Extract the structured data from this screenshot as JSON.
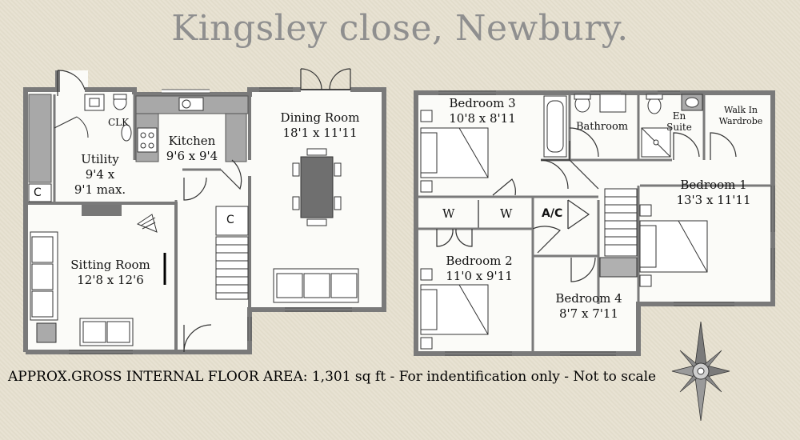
{
  "title": "Kingsley close, Newbury.",
  "footer": "APPROX.GROSS INTERNAL FLOOR AREA: 1,301 sq ft - For indentification only - Not to scale",
  "ground_floor": {
    "utility": {
      "name": "Utility",
      "dims_1": "9'4 x",
      "dims_2": "9'1 max."
    },
    "clk": "CLK",
    "kitchen": {
      "name": "Kitchen",
      "dims": "9'6 x 9'4"
    },
    "dining": {
      "name": "Dining Room",
      "dims": "18'1 x 11'11"
    },
    "sitting": {
      "name": "Sitting Room",
      "dims": "12'8 x 12'6"
    },
    "cupboard_utility": "C",
    "cupboard_hall": "C"
  },
  "first_floor": {
    "bedroom3": {
      "name": "Bedroom 3",
      "dims": "10'8 x 8'11"
    },
    "bathroom": "Bathroom",
    "en_suite_1": "En",
    "en_suite_2": "Suite",
    "walk_in_1": "Walk In",
    "walk_in_2": "Wardrobe",
    "bedroom1": {
      "name": "Bedroom 1",
      "dims": "13'3 x 11'11"
    },
    "wardrobe_left": "W",
    "wardrobe_mid": "W",
    "airing_cupboard": "A/C",
    "bedroom2": {
      "name": "Bedroom 2",
      "dims": "11'0 x 9'11"
    },
    "bedroom4": {
      "name": "Bedroom 4",
      "dims": "8'7 x 7'11"
    }
  },
  "compass": {
    "icon": "compass-rose-icon"
  },
  "colors": {
    "background": "#e6e0cf",
    "walls": "#7a7a7a",
    "title": "#8f8f8f"
  }
}
